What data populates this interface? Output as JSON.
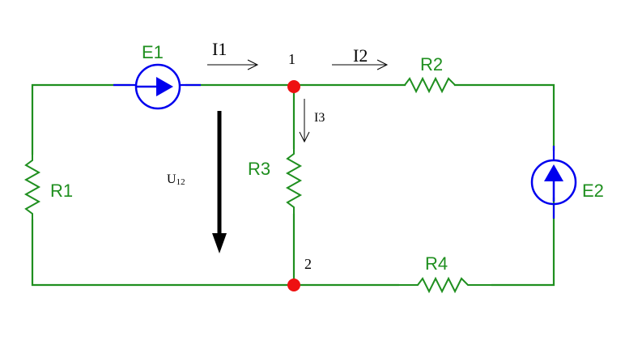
{
  "colors": {
    "wire": "#1f8f1f",
    "source": "#0000ee",
    "node": "#ee1111",
    "label": "#1f8f1f",
    "text": "#000000"
  },
  "components": {
    "e1": "E1",
    "e2": "E2",
    "r1": "R1",
    "r2": "R2",
    "r3": "R3",
    "r4": "R4"
  },
  "currents": {
    "i1": "I1",
    "i2": "I2",
    "i3": "I3"
  },
  "voltage": {
    "main": "U",
    "sub": "12"
  },
  "nodes": {
    "n1": "1",
    "n2": "2"
  },
  "icons": {
    "source": "current-source-icon",
    "resistor": "zigzag-resistor-icon",
    "node": "junction-dot-icon",
    "arrow": "arrow-icon"
  }
}
